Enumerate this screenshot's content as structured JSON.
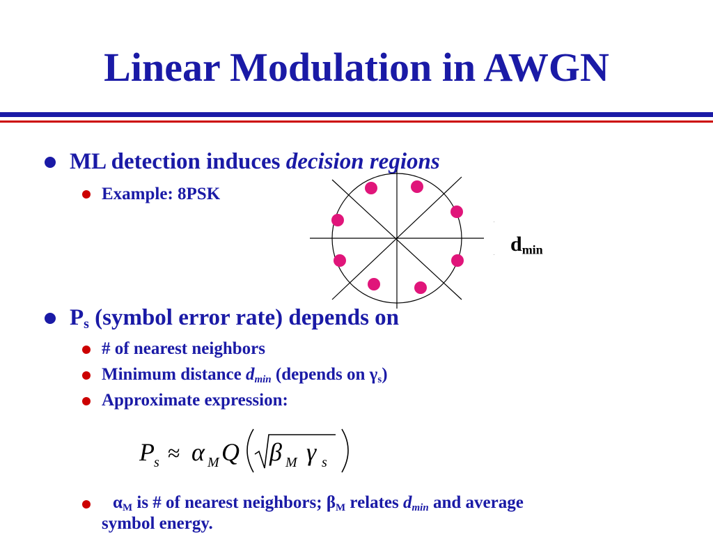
{
  "slide": {
    "title": "Linear Modulation in AWGN"
  },
  "bullets": {
    "b1_text": "ML detection induces ",
    "b1_italic": "decision regions",
    "b1_sub1": "Example: 8PSK",
    "b2_main": "P",
    "b2_sub": "s",
    "b2_rest": " (symbol error rate) depends on",
    "b2_sub1": "# of  nearest neighbors",
    "b2_sub2_text": "Minimum distance ",
    "b2_sub2_var": "d",
    "b2_sub2_var_sub": "min",
    "b2_sub2_paren": " (depends on ",
    "b2_sub2_gamma": "γ",
    "b2_sub2_gamma_sub": "s",
    "b2_sub2_close": ")",
    "b2_sub3": "Approximate expression:",
    "b3_alpha": "α",
    "b3_alpha_sub": "M",
    "b3_text1": " is # of  nearest neighbors; ",
    "b3_beta": "β",
    "b3_beta_sub": "M",
    "b3_text2": " relates ",
    "b3_var": "d",
    "b3_var_sub": "min",
    "b3_text3": " and average",
    "b3_line2": "symbol energy."
  },
  "diagram": {
    "label_main": "d",
    "label_sub": "min",
    "point_color": "#e0157a"
  },
  "formula": {
    "lhs": "P",
    "lhs_sub": "s",
    "approx": "≈",
    "alpha": "α",
    "alpha_sub": "M",
    "func": "Q",
    "beta": "β",
    "beta_sub": "M",
    "gamma": "γ",
    "gamma_sub": "s"
  },
  "colors": {
    "title": "#1a1aa6",
    "accent_red": "#cc0000"
  }
}
